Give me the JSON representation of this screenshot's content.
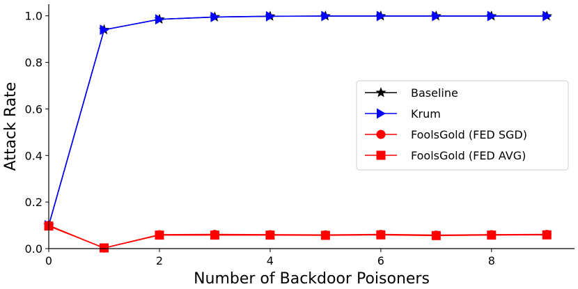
{
  "chart_data": {
    "type": "line",
    "title": "",
    "xlabel": "Number of Backdoor Poisoners",
    "ylabel": "Attack Rate",
    "xlim": [
      0,
      9.5
    ],
    "ylim": [
      0,
      1.05
    ],
    "x_ticks": [
      0,
      2,
      4,
      6,
      8
    ],
    "y_ticks": [
      0.0,
      0.2,
      0.4,
      0.6,
      0.8,
      1.0
    ],
    "x_tick_labels": [
      "0",
      "2",
      "4",
      "6",
      "8"
    ],
    "y_tick_labels": [
      "0.0",
      "0.2",
      "0.4",
      "0.6",
      "0.8",
      "1.0"
    ],
    "grid": false,
    "legend_position": "right",
    "x": [
      0,
      1,
      2,
      3,
      4,
      5,
      6,
      7,
      8,
      9
    ],
    "series": [
      {
        "name": "Baseline",
        "color": "#000000",
        "marker": "star",
        "values": [
          0.1,
          0.94,
          0.985,
          0.995,
          0.998,
          0.999,
          0.999,
          0.999,
          0.999,
          0.999
        ]
      },
      {
        "name": "Krum",
        "color": "#0000ff",
        "marker": "triangle-right",
        "values": [
          0.1,
          0.94,
          0.985,
          0.995,
          0.998,
          0.999,
          0.999,
          0.999,
          0.999,
          0.999
        ]
      },
      {
        "name": "FoolsGold (FED SGD)",
        "color": "#ff0000",
        "marker": "circle",
        "values": [
          0.1,
          0.002,
          0.06,
          0.061,
          0.06,
          0.059,
          0.061,
          0.058,
          0.06,
          0.061
        ]
      },
      {
        "name": "FoolsGold (FED AVG)",
        "color": "#ff0000",
        "marker": "square",
        "values": [
          0.097,
          0.003,
          0.058,
          0.058,
          0.058,
          0.057,
          0.059,
          0.056,
          0.058,
          0.059
        ]
      }
    ]
  }
}
